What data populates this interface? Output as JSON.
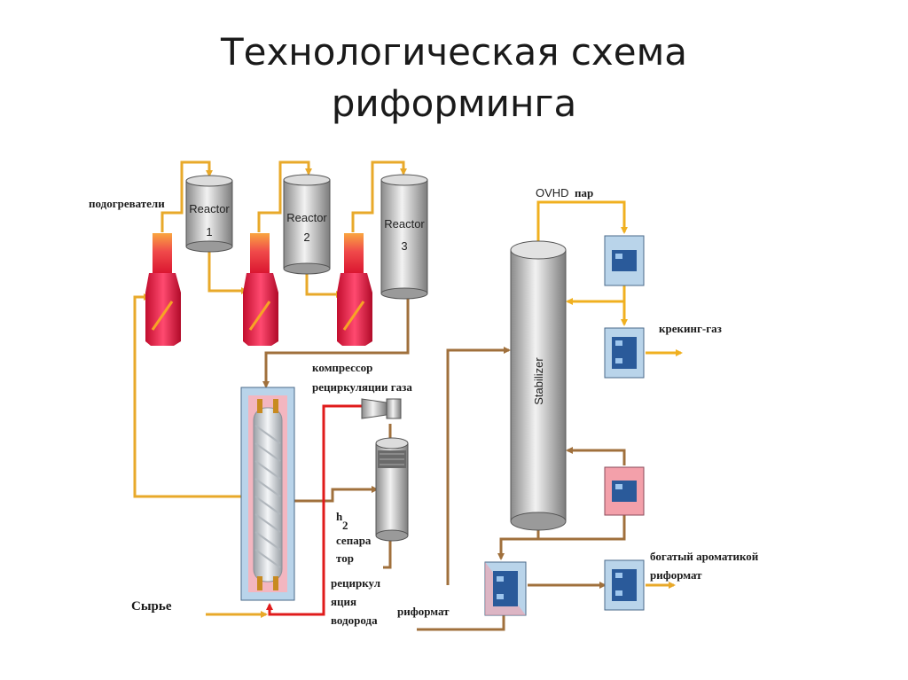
{
  "title": {
    "line1": "Технологическая схема",
    "line2": "риформинга"
  },
  "labels": {
    "heaters": "подогреватели",
    "reactor_word": "Reactor",
    "reactor1_num": "1",
    "reactor2_num": "2",
    "reactor3_num": "3",
    "stabilizer": "Stabilizer",
    "ovhd": "OVHD",
    "steam": "пар",
    "cracking_gas": "крекинг-газ",
    "compressor_line1": "компрессор",
    "compressor_line2": "рециркуляции газа",
    "h2_h": "h",
    "h2_sub": "2",
    "separator_line1": "сепара",
    "separator_line2": "тор",
    "recirc_line1": "рециркул",
    "recirc_line2": "яция",
    "recirc_line3": "водорода",
    "feed": "Сырье",
    "reformate": "риформат",
    "rich_line1": "богатый ароматикой",
    "rich_line2": "риформат"
  },
  "colors": {
    "feed_line": "#e8a92a",
    "product_line": "#a0703c",
    "recycle_line": "#e01b1b",
    "steam_line": "#f0b020",
    "vessel_gray": "#c8c8c8",
    "exchanger_blue": "#b7d3ea",
    "heater_red": "#e8203a"
  }
}
